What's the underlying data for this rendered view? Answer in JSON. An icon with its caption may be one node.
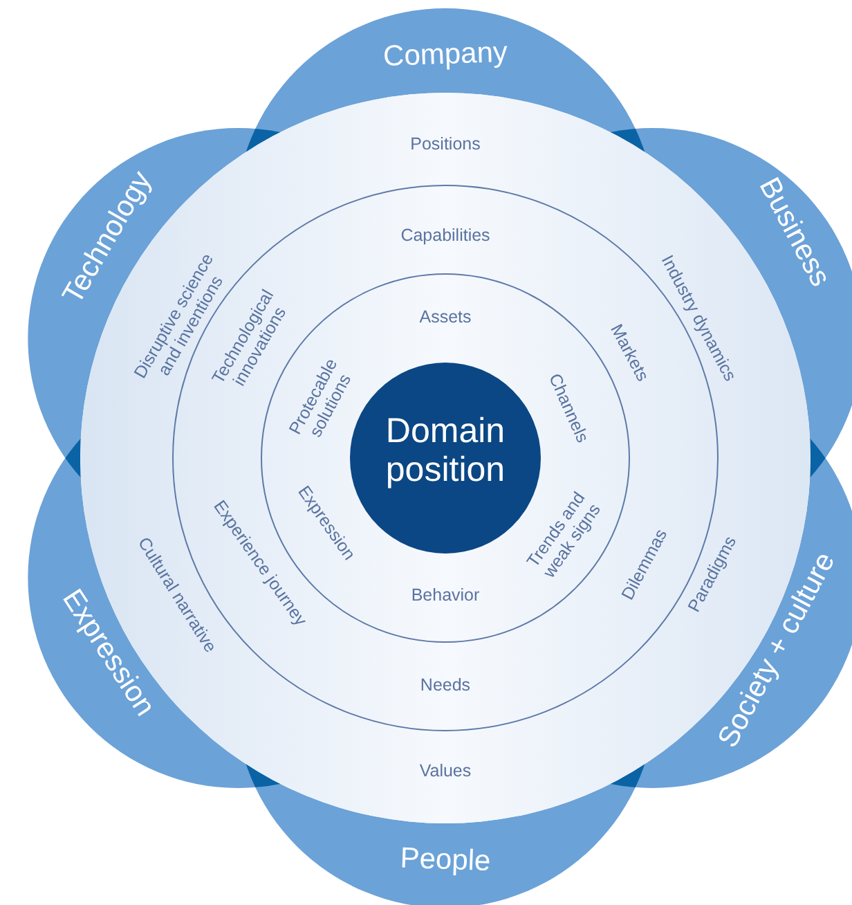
{
  "diagram": {
    "nodes": [
      {
        "text": [
          "Company"
        ]
      },
      {
        "text": [
          "Business"
        ]
      },
      {
        "text": [
          "Society + culture"
        ]
      },
      {
        "text": [
          "People"
        ]
      },
      {
        "text": [
          "Expression"
        ]
      },
      {
        "text": [
          "Technology"
        ]
      },
      {
        "text": [
          "Positions",
          "Industry dynamics",
          "Paradigms",
          "Values",
          "Cultural narrative",
          "Disruptive science and inventions",
          "Capabilities",
          "Markets",
          "Dilemmas",
          "Needs",
          "Experience journey",
          "Technological innovations",
          "Assets",
          "Channels",
          "Trends and weak signs",
          "Behavior",
          "Expression",
          "Protecable solutions"
        ]
      },
      {
        "text": [
          "Domain position"
        ],
        "in": 6
      }
    ]
  }
}
